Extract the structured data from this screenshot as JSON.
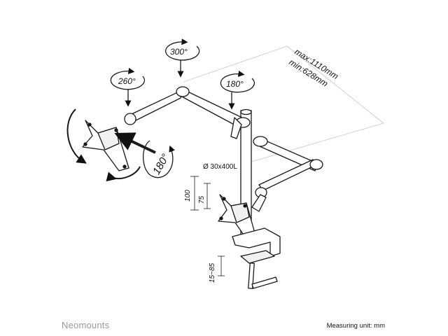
{
  "rotations": {
    "tilt_top_left": "260°",
    "tilt_top_mid": "300°",
    "tilt_top_right": "180°",
    "swivel_side": "180°"
  },
  "dimensions": {
    "max_reach": "max:1110mm",
    "min_reach": "min:628mm",
    "pole": "Ø 30x400L",
    "vesa_large": "100",
    "vesa_small": "75",
    "clamp": "15~85"
  },
  "footer": {
    "brand": "Neomounts",
    "unit": "Measuring unit: mm"
  },
  "colors": {
    "line": "#1a1a1a",
    "arm_fill": "#ffffff",
    "brand_text": "#9a9a9a"
  }
}
